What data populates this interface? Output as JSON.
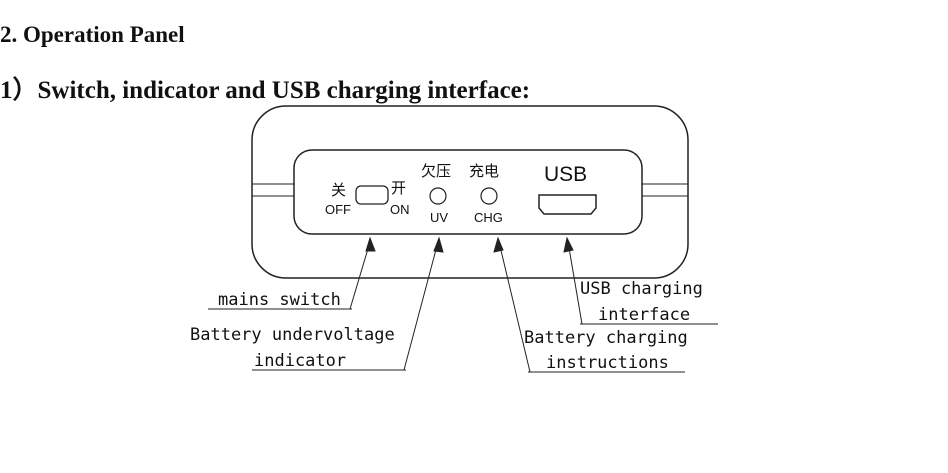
{
  "heading_section": "2. Operation Panel",
  "heading_sub": "1）Switch, indicator and USB charging interface:",
  "panel": {
    "switch_off_cn": "关",
    "switch_off_en": "OFF",
    "switch_on_cn": "开",
    "switch_on_en": "ON",
    "uv_cn": "欠压",
    "uv_en": "UV",
    "chg_cn": "充电",
    "chg_en": "CHG",
    "usb_label": "USB"
  },
  "callouts": {
    "mains_switch": "mains switch",
    "undervoltage_1": "Battery undervoltage",
    "undervoltage_2": "indicator",
    "charging_1": "Battery charging",
    "charging_2": "instructions",
    "usb_1": "USB charging",
    "usb_2": "interface"
  }
}
